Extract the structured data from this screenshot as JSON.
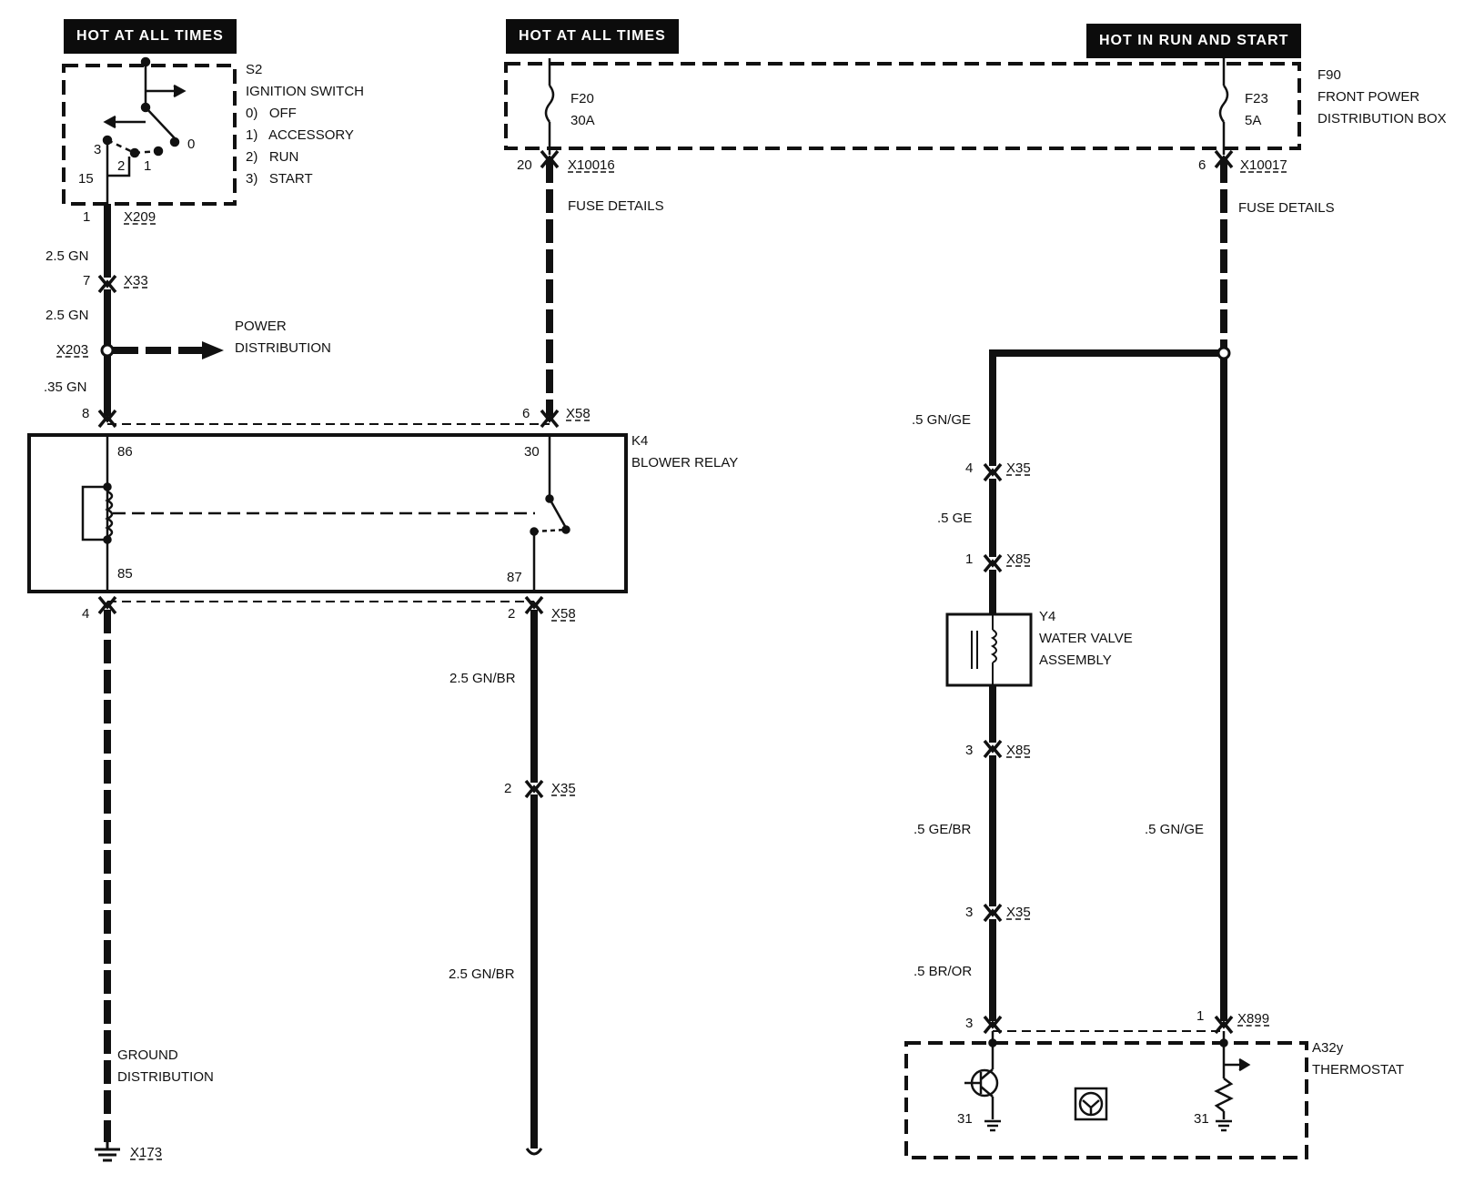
{
  "banners": {
    "left": "HOT AT ALL TIMES",
    "middle": "HOT AT ALL TIMES",
    "right": "HOT IN RUN AND START"
  },
  "ignition_switch": {
    "ref": "S2",
    "name": "IGNITION SWITCH",
    "positions": [
      "0)   OFF",
      "1)   ACCESSORY",
      "2)   RUN",
      "3)   START"
    ],
    "terminals": {
      "t0": "0",
      "t1": "1",
      "t2": "2",
      "t3": "3",
      "t15": "15"
    }
  },
  "fuse_box": {
    "ref": "F90",
    "name1": "FRONT POWER",
    "name2": "DISTRIBUTION BOX",
    "fuse_left": {
      "ref": "F20",
      "rating": "30A",
      "pin": "20",
      "connector": "X10016"
    },
    "fuse_right": {
      "ref": "F23",
      "rating": "5A",
      "pin": "6",
      "connector": "X10017"
    },
    "fuse_details": "FUSE DETAILS"
  },
  "left_wire": {
    "x209": {
      "pin": "1",
      "conn": "X209"
    },
    "wire_a": "2.5 GN",
    "x33": {
      "pin": "7",
      "conn": "X33"
    },
    "wire_b": "2.5 GN",
    "splice": "X203",
    "power_dist_1": "POWER",
    "power_dist_2": "DISTRIBUTION",
    "wire_c": ".35 GN",
    "x58_top": {
      "pin": "8"
    },
    "x58_bottom": {
      "pin": "4"
    },
    "ground_1": "GROUND",
    "ground_2": "DISTRIBUTION",
    "ground_conn": "X173"
  },
  "middle_wire": {
    "x58_top": {
      "pin": "6",
      "conn": "X58"
    },
    "x58_bottom": {
      "pin": "2",
      "conn": "X58"
    },
    "wire_a": "2.5 GN/BR",
    "x35": {
      "pin": "2",
      "conn": "X35"
    },
    "wire_b": "2.5 GN/BR"
  },
  "relay": {
    "ref": "K4",
    "name": "BLOWER RELAY",
    "pin86": "86",
    "pin85": "85",
    "pin30": "30",
    "pin87": "87"
  },
  "right_branch": {
    "wire_top": ".5 GN/GE",
    "x35_a": {
      "pin": "4",
      "conn": "X35"
    },
    "wire_ge": ".5 GE",
    "x85_a": {
      "pin": "1",
      "conn": "X85"
    },
    "valve_ref": "Y4",
    "valve_name1": "WATER VALVE",
    "valve_name2": "ASSEMBLY",
    "x85_b": {
      "pin": "3",
      "conn": "X85"
    },
    "wire_gebr": ".5 GE/BR",
    "x35_b": {
      "pin": "3",
      "conn": "X35"
    },
    "wire_bror": ".5 BR/OR",
    "wire_right": ".5 GN/GE",
    "x899_left_pin": "3",
    "x899_right_pin": "1",
    "x899_conn": "X899"
  },
  "thermostat": {
    "ref": "A32y",
    "name": "THERMOSTAT",
    "ground_left": "31",
    "ground_right": "31"
  }
}
